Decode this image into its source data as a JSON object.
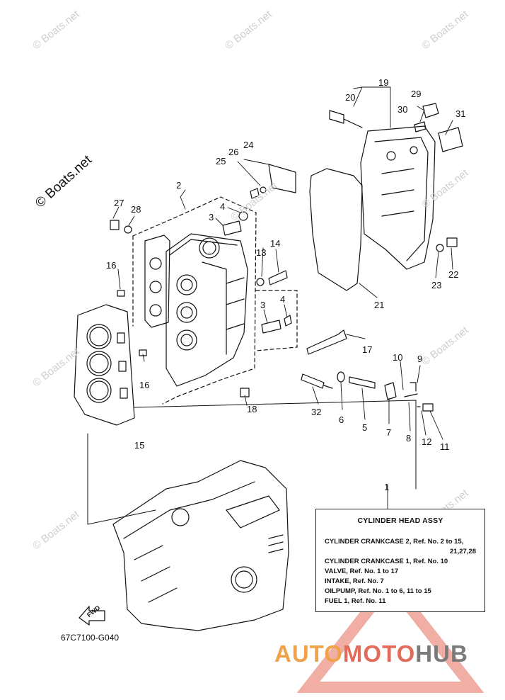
{
  "watermarks": {
    "site": "© Boats.net",
    "large": "© Boats.net"
  },
  "callouts": [
    "1",
    "2",
    "3",
    "4",
    "3",
    "4",
    "5",
    "6",
    "7",
    "8",
    "9",
    "10",
    "11",
    "12",
    "13",
    "14",
    "15",
    "16",
    "16",
    "17",
    "18",
    "19",
    "20",
    "21",
    "22",
    "23",
    "24",
    "25",
    "26",
    "27",
    "28",
    "29",
    "30",
    "31",
    "32"
  ],
  "info_box": {
    "title": "CYLINDER  HEAD ASSY",
    "lines": [
      "CYLINDER CRANKCASE 2,  Ref. No. 2 to 15,",
      "21,27,28",
      "CYLINDER CRANKCASE 1,  Ref. No. 10",
      "VALVE, Ref. No. 1 to 17",
      "INTAKE,  Ref. No. 7",
      "OILPUMP,  Ref. No. 1 to 6, 11 to 15",
      "FUEL 1,  Ref. No. 11"
    ]
  },
  "fwd_label": "FWD",
  "diagram_code": "67C7100-G040",
  "brand": {
    "part1": "AUTO",
    "part2": "MOTO",
    "part3": "HUB",
    "colors": {
      "auto": "#f0a24a",
      "moto": "#e36b5b",
      "hub": "#7b7b7b"
    }
  }
}
